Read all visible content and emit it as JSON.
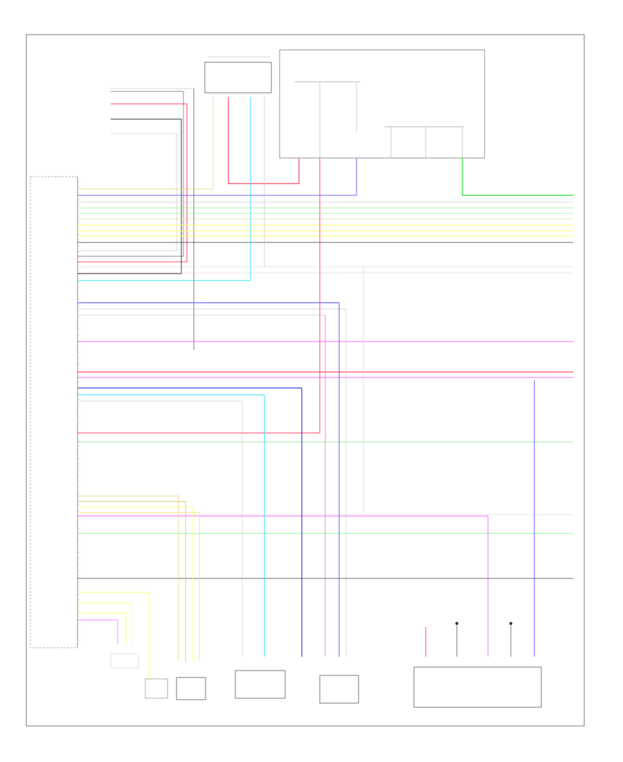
{
  "footer": {
    "code": ""
  },
  "connectors": [
    {
      "id": "igniter-switch",
      "text": ""
    },
    {
      "id": "ecm",
      "text": ""
    },
    {
      "id": "fuse-block",
      "text": ""
    },
    {
      "id": "main-relay",
      "text": ""
    },
    {
      "id": "left-sensor",
      "text": ""
    },
    {
      "id": "rear-left-connector",
      "text": ""
    },
    {
      "id": "fuel-pump",
      "text": ""
    },
    {
      "id": "fuel-tank-sensor",
      "text": ""
    },
    {
      "id": "battery-current-sensor",
      "text": ""
    },
    {
      "id": "vacuum-sensor",
      "text": ""
    },
    {
      "id": "starter",
      "text": ""
    },
    {
      "id": "pressure-sensor",
      "text": ""
    }
  ],
  "colors": {
    "red": "#ff4060",
    "pink": "#ff66ff",
    "blue": "#6b63ff",
    "navy": "#3a3ad0",
    "cyan": "#33e0f0",
    "green": "#22dd33",
    "ltgreen": "#99ee99",
    "yellow": "#ffff66",
    "tan": "#e8d890",
    "gray": "#888888",
    "black": "#333333",
    "light": "#cccccc"
  }
}
